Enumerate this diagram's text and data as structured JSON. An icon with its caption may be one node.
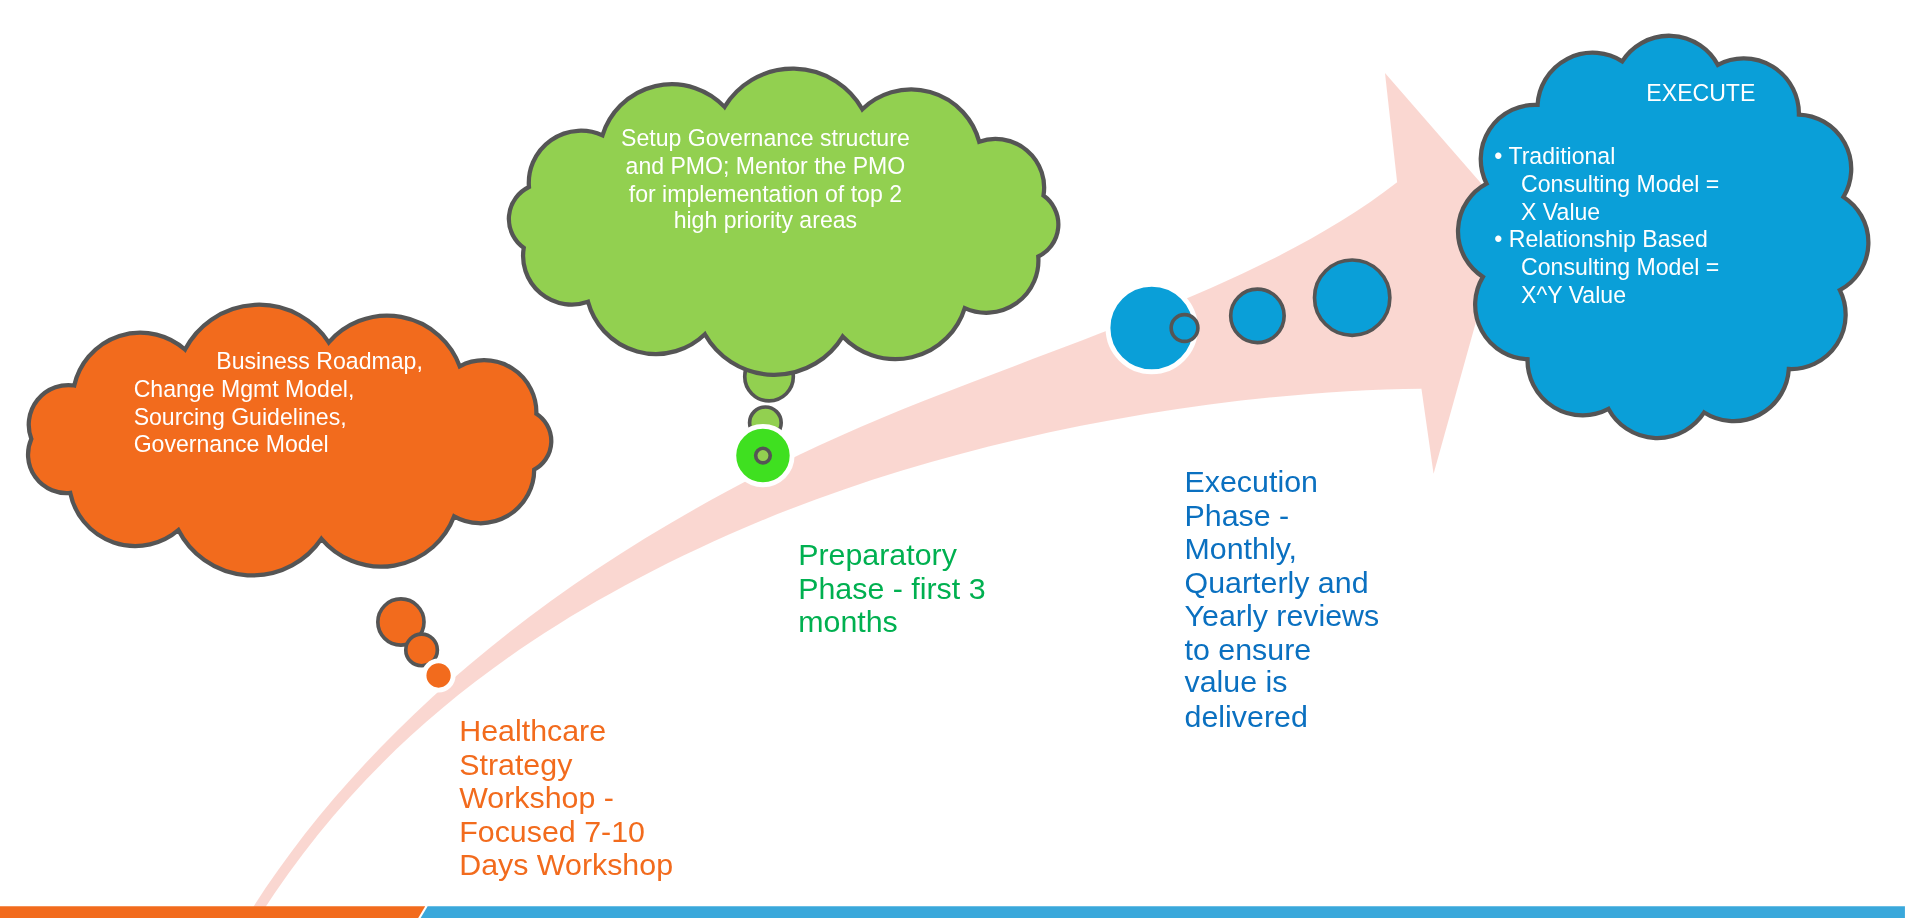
{
  "diagram": {
    "nodes": [
      {
        "text": [
          "Business Roadmap,  Change Mgmt Model, Sourcing Guidelines, Governance Model"
        ]
      },
      {
        "text": [
          "Setup Governance structure and PMO; Mentor the PMO for implementation of top 2 high priority areas"
        ]
      },
      {
        "text": [
          "EXECUTE",
          "• Traditional Consulting Model = X Value",
          "• Relationship Based Consulting Model = X^Y Value"
        ]
      }
    ],
    "edges": [],
    "labels": [
      "Execution Phase - Monthly, Quarterly and Yearly reviews to ensure value is delivered",
      "Preparatory Phase - first 3 months",
      "Healthcare Strategy Workshop - Focused 7-10 Days Workshop"
    ]
  }
}
